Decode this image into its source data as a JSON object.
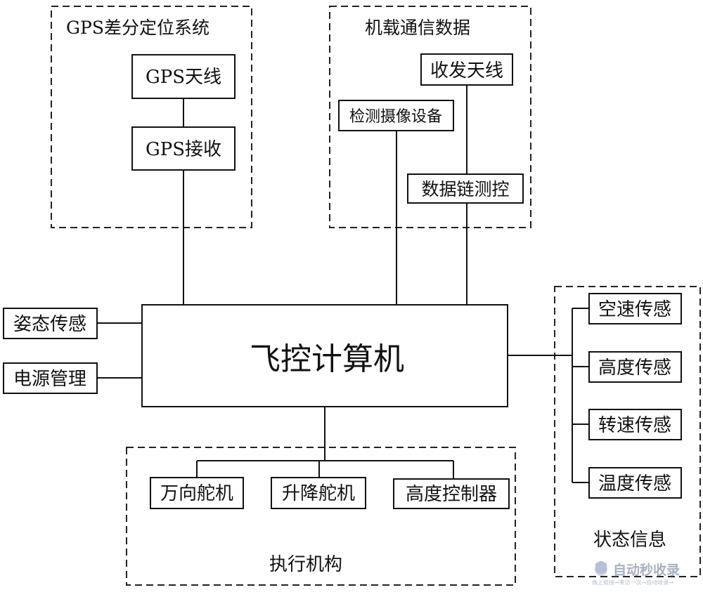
{
  "groups": {
    "gps_system": "GPS差分定位系统",
    "comm_data": "机载通信数据",
    "status_info": "状态信息",
    "actuators": "执行机构"
  },
  "nodes": {
    "gps_antenna": "GPS天线",
    "gps_receiver": "GPS接收",
    "transceiver_antenna": "收发天线",
    "camera": "检测摄像设备",
    "datalink": "数据链测控",
    "flight_computer": "飞控计算机",
    "attitude_sensor": "姿态传感",
    "power_mgmt": "电源管理",
    "airspeed_sensor": "空速传感",
    "altitude_sensor": "高度传感",
    "rpm_sensor": "转速传感",
    "temp_sensor": "温度传感",
    "gimbal_servo": "万向舵机",
    "lift_servo": "升降舵机",
    "altitude_controller": "高度控制器"
  },
  "watermark": {
    "logo_text": "自动秒收录",
    "tagline": "做上链接→来访一次→自动收录→"
  }
}
